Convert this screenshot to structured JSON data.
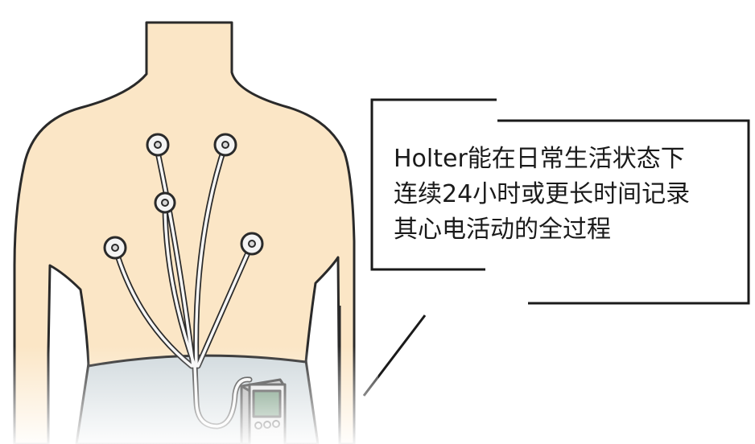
{
  "callout": {
    "lines": [
      "Holter能在日常生活状态下",
      "连续24小时或更长时间记录",
      "其心电活动的全过程"
    ]
  },
  "colors": {
    "skin": "#fbe6c6",
    "outline": "#2a2a2a",
    "pants": "#cfd8dc",
    "device_screen": "#5e8a6a",
    "device_body": "#e4e4e4"
  }
}
